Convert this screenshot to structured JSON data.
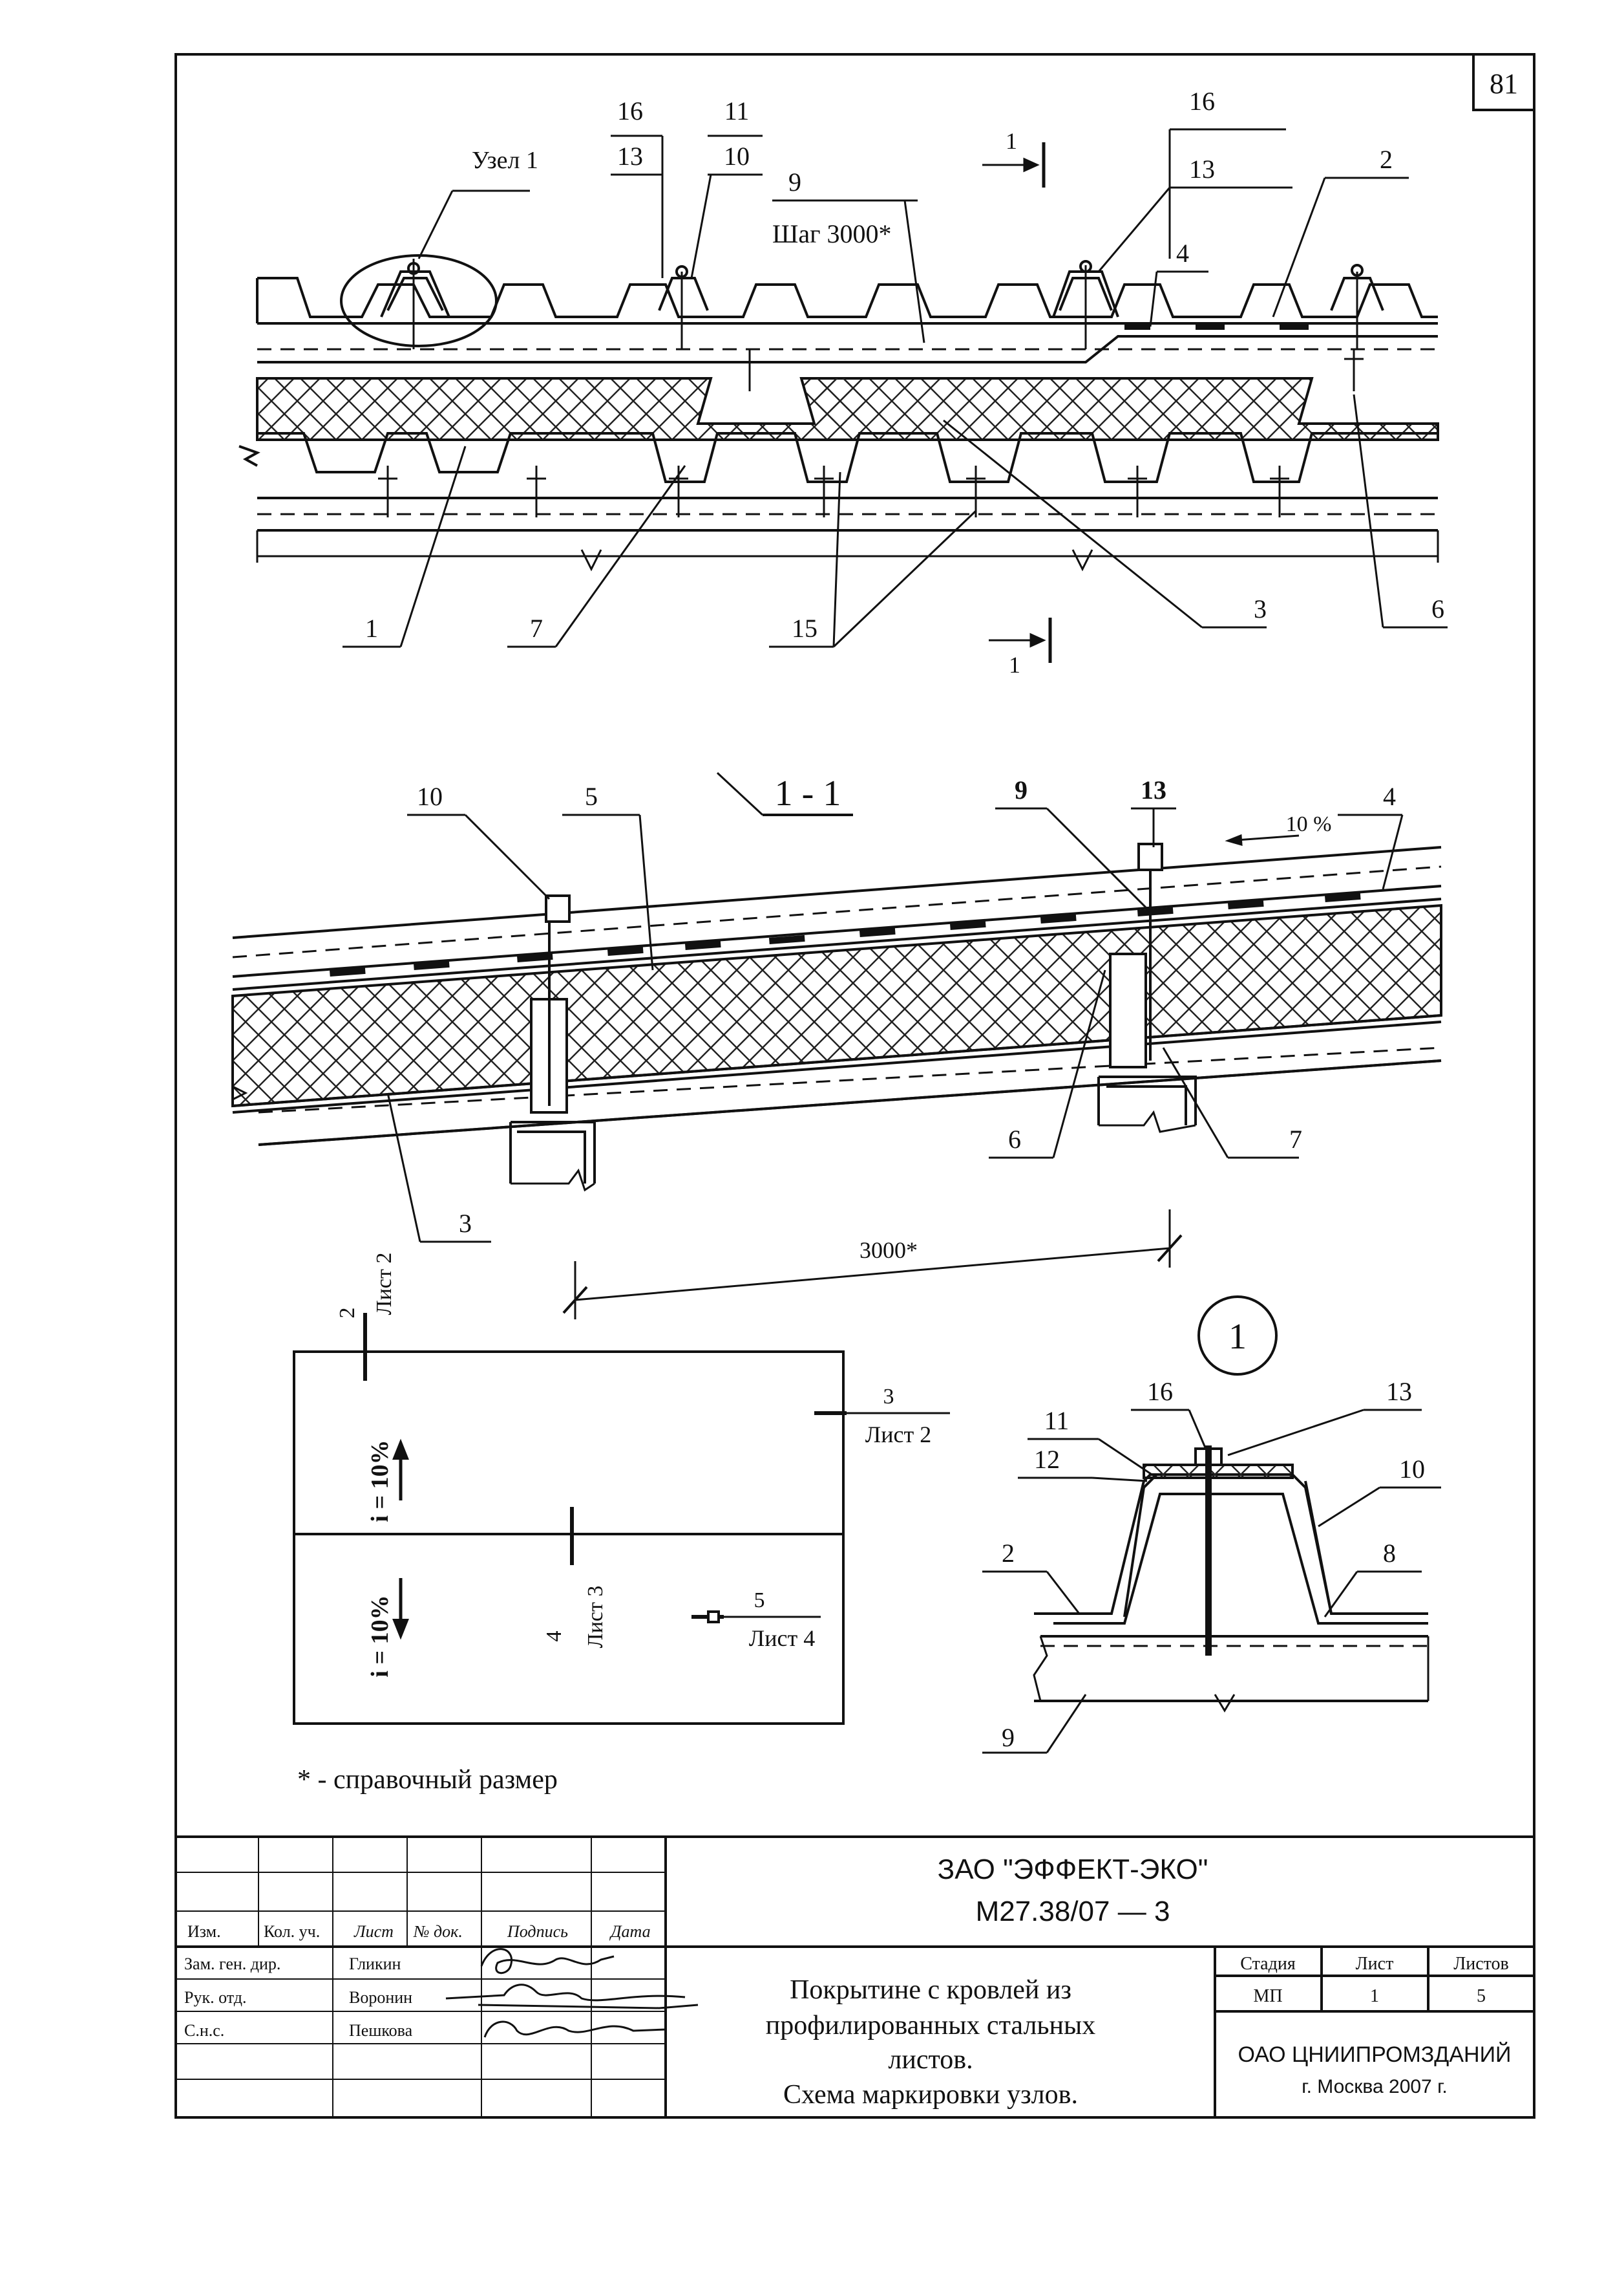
{
  "page_number": "81",
  "top_detail": {
    "node_label": "Узел 1",
    "step_label": "Шаг 3000*",
    "callouts": {
      "c16a": "16",
      "c13a": "13",
      "c11": "11",
      "c10": "10",
      "c9": "9",
      "c16b": "16",
      "c13b": "13",
      "c2": "2",
      "c4": "4",
      "c1": "1",
      "c7": "7",
      "c15": "15",
      "c3": "3",
      "c6": "6"
    },
    "section_marks": {
      "top": "1",
      "bottom": "1"
    }
  },
  "section_detail": {
    "title": "1 - 1",
    "slope": "10 %",
    "dimension": "3000*",
    "callouts": {
      "c10": "10",
      "c5": "5",
      "c9": "9",
      "c13": "13",
      "c4": "4",
      "c3": "3",
      "c6": "6",
      "c7": "7"
    }
  },
  "plan_detail": {
    "slope_upper": "i = 10%",
    "slope_lower": "i = 10%",
    "marks": [
      {
        "num": "2",
        "sheet": "Лист 2"
      },
      {
        "num": "3",
        "sheet": "Лист 2"
      },
      {
        "num": "4",
        "sheet": "Лист 3"
      },
      {
        "num": "5",
        "sheet": "Лист 4"
      }
    ]
  },
  "node_detail": {
    "circle_label": "1",
    "callouts": {
      "c16": "16",
      "c13": "13",
      "c11": "11",
      "c12": "12",
      "c10": "10",
      "c2": "2",
      "c8": "8",
      "c9": "9"
    }
  },
  "footnote": "* - справочный размер",
  "title_block": {
    "company": "ЗАО \"ЭФФЕКТ-ЭКО\"",
    "doc_code": "М27.38/07  —  3",
    "headers": [
      "Изм.",
      "Кол. уч.",
      "Лист",
      "№ док.",
      "Подпись",
      "Дата"
    ],
    "roles": [
      {
        "role": "Зам. ген. дир.",
        "name": "Гликин"
      },
      {
        "role": "Рук. отд.",
        "name": "Воронин"
      },
      {
        "role": "С.н.с.",
        "name": "Пешкова"
      }
    ],
    "title_lines": [
      "Покрытине с кровлей из",
      "профилированных стальных",
      "листов.",
      "Схема маркировки узлов."
    ],
    "stage_header": "Стадия",
    "sheet_header": "Лист",
    "sheets_header": "Листов",
    "stage": "МП",
    "sheet": "1",
    "sheets": "5",
    "organization": "ОАО ЦНИИПРОМЗДАНИЙ",
    "city_year": "г. Москва 2007 г."
  }
}
